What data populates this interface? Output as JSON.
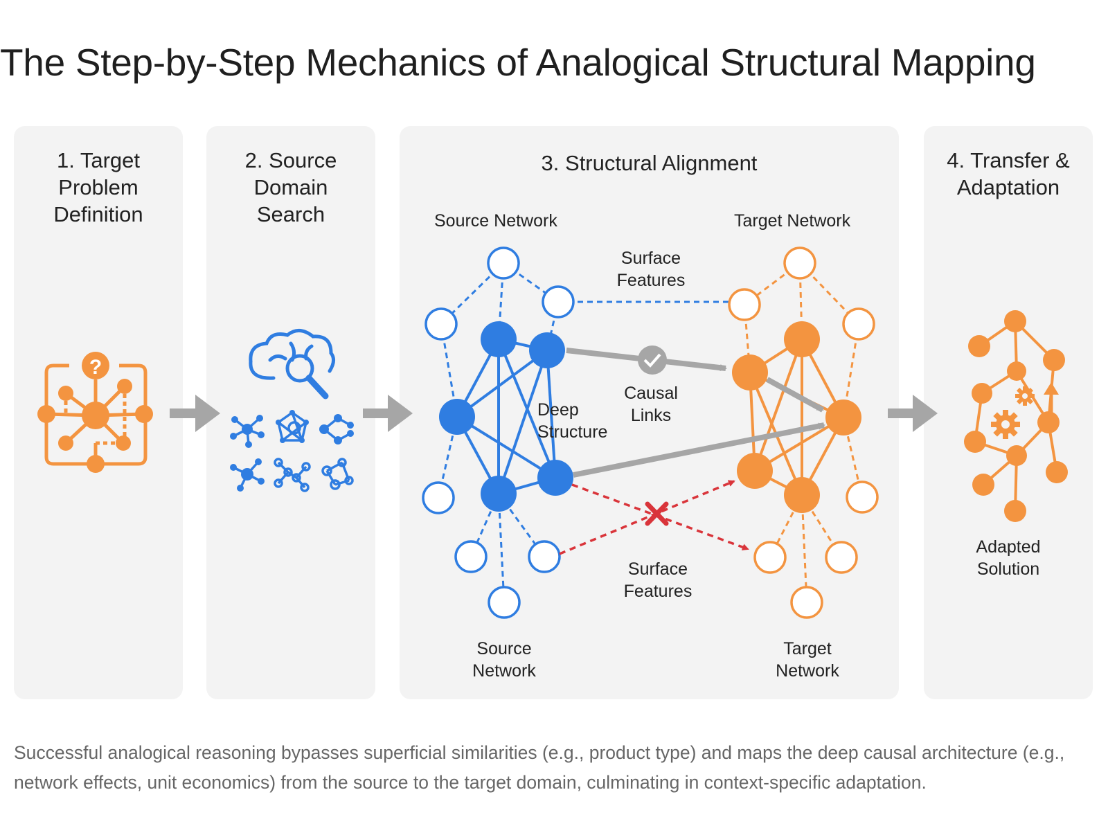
{
  "title": "The Step-by-Step Mechanics of Analogical Structural Mapping",
  "steps": [
    {
      "label": "1. Target\nProblem\nDefinition"
    },
    {
      "label": "2. Source\nDomain\nSearch"
    },
    {
      "label": "3. Structural Alignment"
    },
    {
      "label": "4. Transfer &\nAdaptation"
    }
  ],
  "alignment": {
    "source_network_top": "Source Network",
    "target_network_top": "Target Network",
    "surface_features_top": "Surface\nFeatures",
    "causal_links": "Causal\nLinks",
    "deep_structure": "Deep\nStructure",
    "surface_features_bottom": "Surface\nFeatures",
    "source_network_bottom": "Source\nNetwork",
    "target_network_bottom": "Target\nNetwork"
  },
  "transfer": {
    "adapted_solution": "Adapted\nSolution"
  },
  "caption": "Successful analogical reasoning bypasses superficial similarities (e.g., product type) and maps the deep causal architecture (e.g., network effects, unit economics) from the source to the target domain, culminating in context-specific adaptation.",
  "colors": {
    "blue": "#2f7de1",
    "orange": "#f39440",
    "gray": "#a6a6a6",
    "red": "#d9343a",
    "panel": "#f3f3f3"
  },
  "icons": [
    "problem-network-icon",
    "brain-search-icon",
    "network-cluster-icons",
    "check-icon",
    "cross-icon",
    "gear-icon",
    "up-arrow-icon"
  ]
}
